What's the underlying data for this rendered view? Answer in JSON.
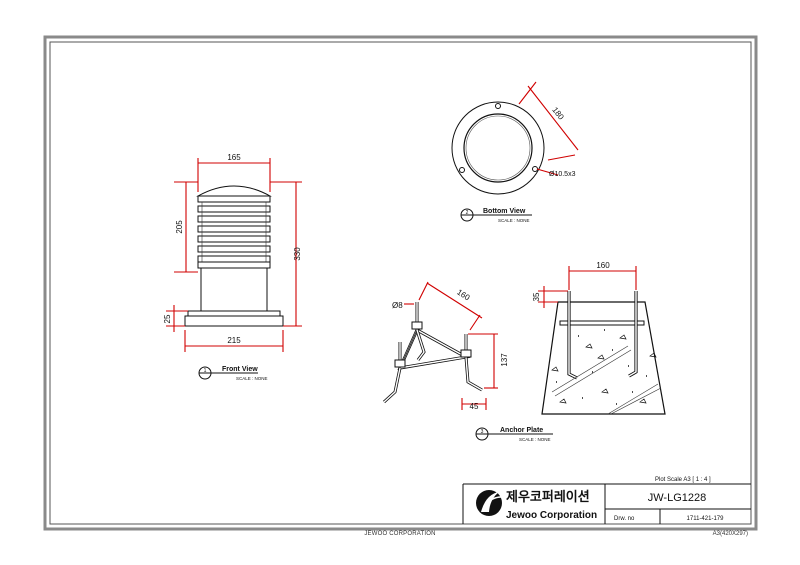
{
  "front_view": {
    "title": "Front View",
    "scale": "SCALE : NONE",
    "number": "1",
    "dims": {
      "top_width": "165",
      "upper_height": "205",
      "total_height": "330",
      "base_height": "25",
      "base_width": "215"
    }
  },
  "bottom_view": {
    "title": "Bottom View",
    "scale": "SCALE : NONE",
    "number": "2",
    "dims": {
      "diameter": "180",
      "hole": "Ø10.5x3"
    }
  },
  "anchor_plate": {
    "title": "Anchor Plate",
    "scale": "SCALE : NONE",
    "number": "3",
    "dims": {
      "rod": "Ø8",
      "arm": "160",
      "height": "137",
      "foot": "45",
      "top_width": "160",
      "top_depth": "35"
    }
  },
  "title_block": {
    "plot_scale": "Plot Scale  A3 [ 1 : 4 ]",
    "company_kr": "제우코퍼레이션",
    "company_en": "Jewoo Corporation",
    "drawing_name": "JW-LG1228",
    "drw_no_label": "Drw. no",
    "drw_no_value": "1711-421-179"
  },
  "footer": {
    "company": "JEWOO CORPORATION",
    "paper": "A3(420X297)"
  }
}
